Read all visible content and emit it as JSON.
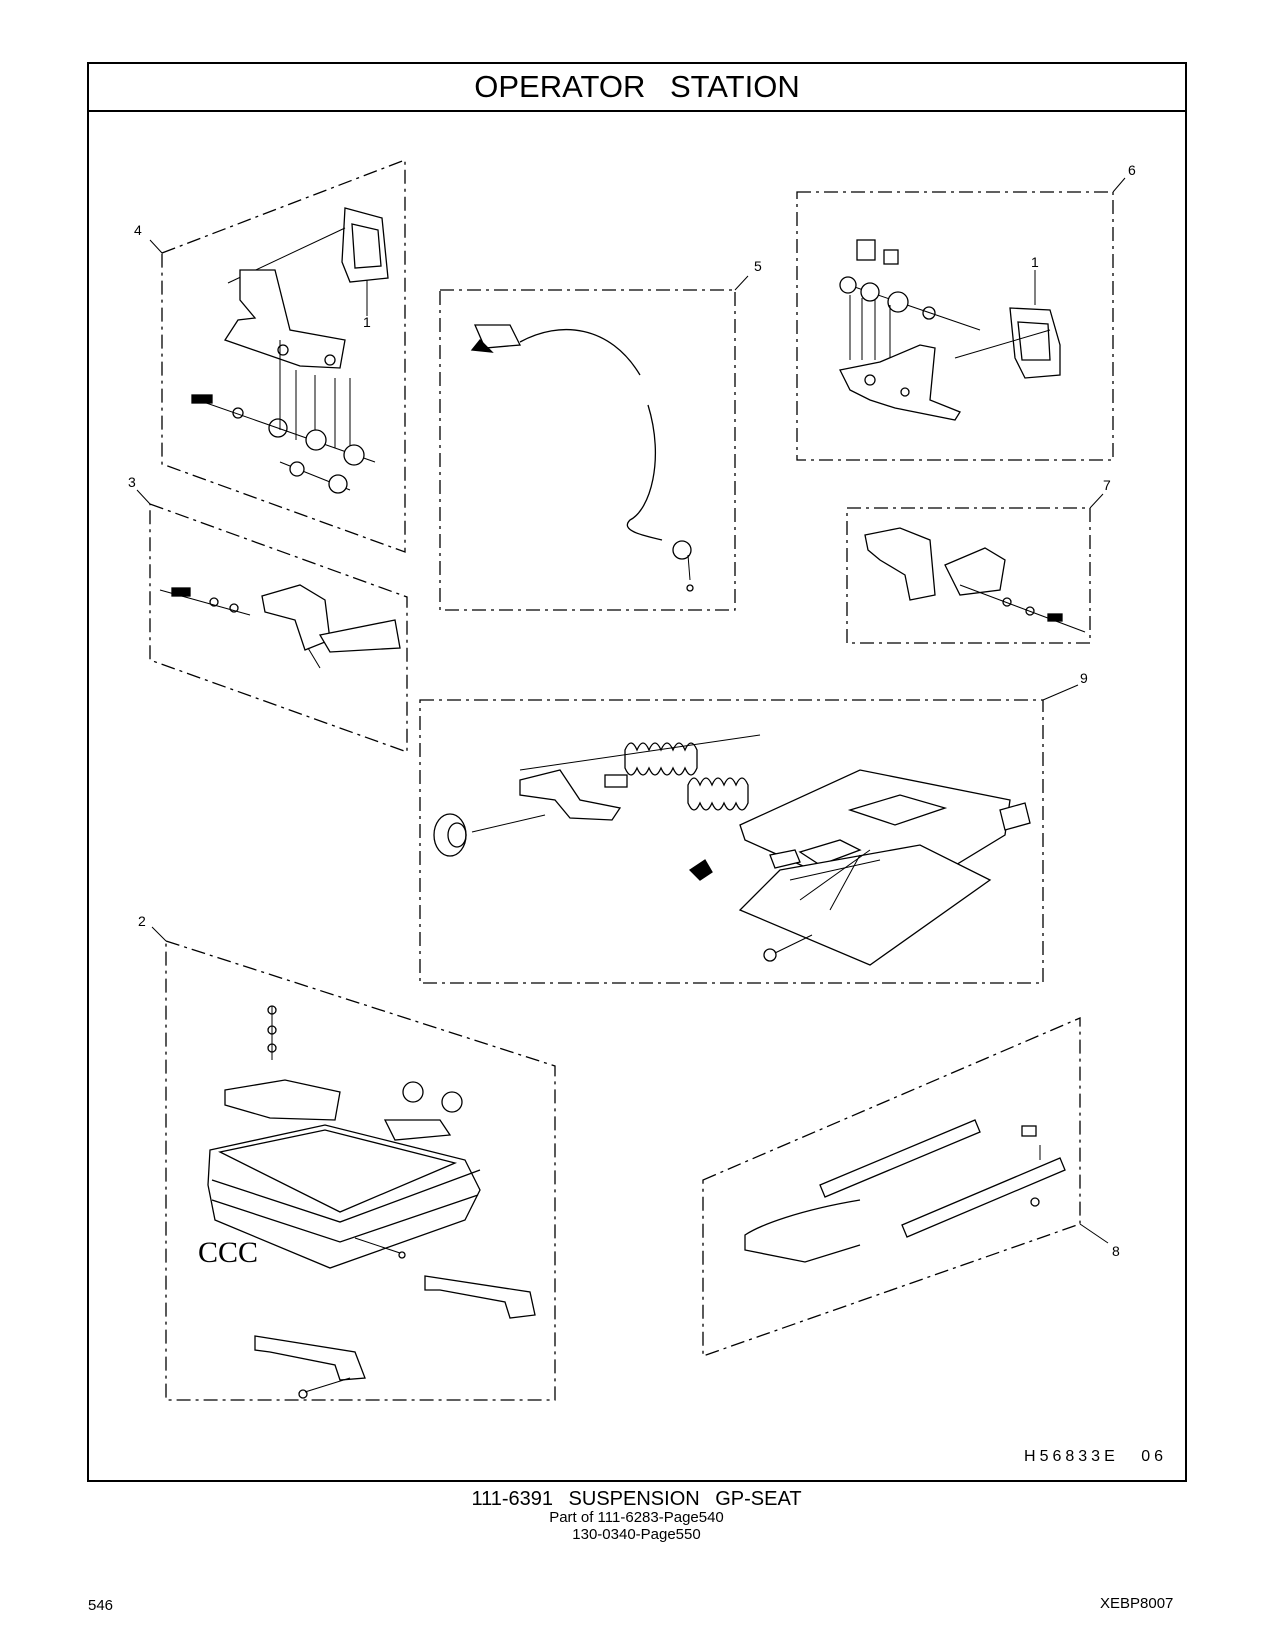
{
  "header": {
    "title": "OPERATOR STATION"
  },
  "illustration": {
    "reference_code": "H56833E  06",
    "callouts": [
      "1",
      "1",
      "2",
      "3",
      "4",
      "5",
      "6",
      "7",
      "8",
      "9"
    ]
  },
  "caption": {
    "line1": "111-6391  SUSPENSION GP-SEAT",
    "line2": "Part of 111-6283-Page540",
    "line3": "130-0340-Page550"
  },
  "footer": {
    "page_number": "546",
    "document_code": "XEBP8007"
  }
}
